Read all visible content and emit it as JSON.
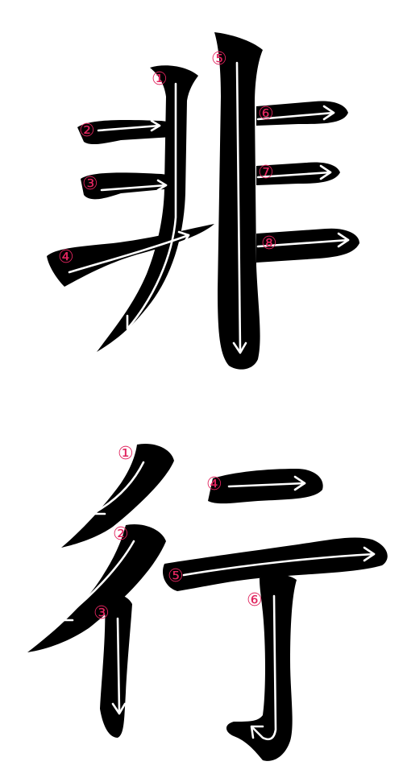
{
  "characters": [
    {
      "char": "非",
      "stroke_count": 8,
      "stroke_numbers": [
        "①",
        "②",
        "③",
        "④",
        "⑤",
        "⑥",
        "⑦",
        "⑧"
      ]
    },
    {
      "char": "行",
      "stroke_count": 6,
      "stroke_numbers": [
        "①",
        "②",
        "③",
        "④",
        "⑤",
        "⑥"
      ]
    }
  ],
  "colors": {
    "ink": "#000000",
    "arrow": "#ffffff",
    "number": "#e0245e",
    "background": "#ffffff"
  }
}
